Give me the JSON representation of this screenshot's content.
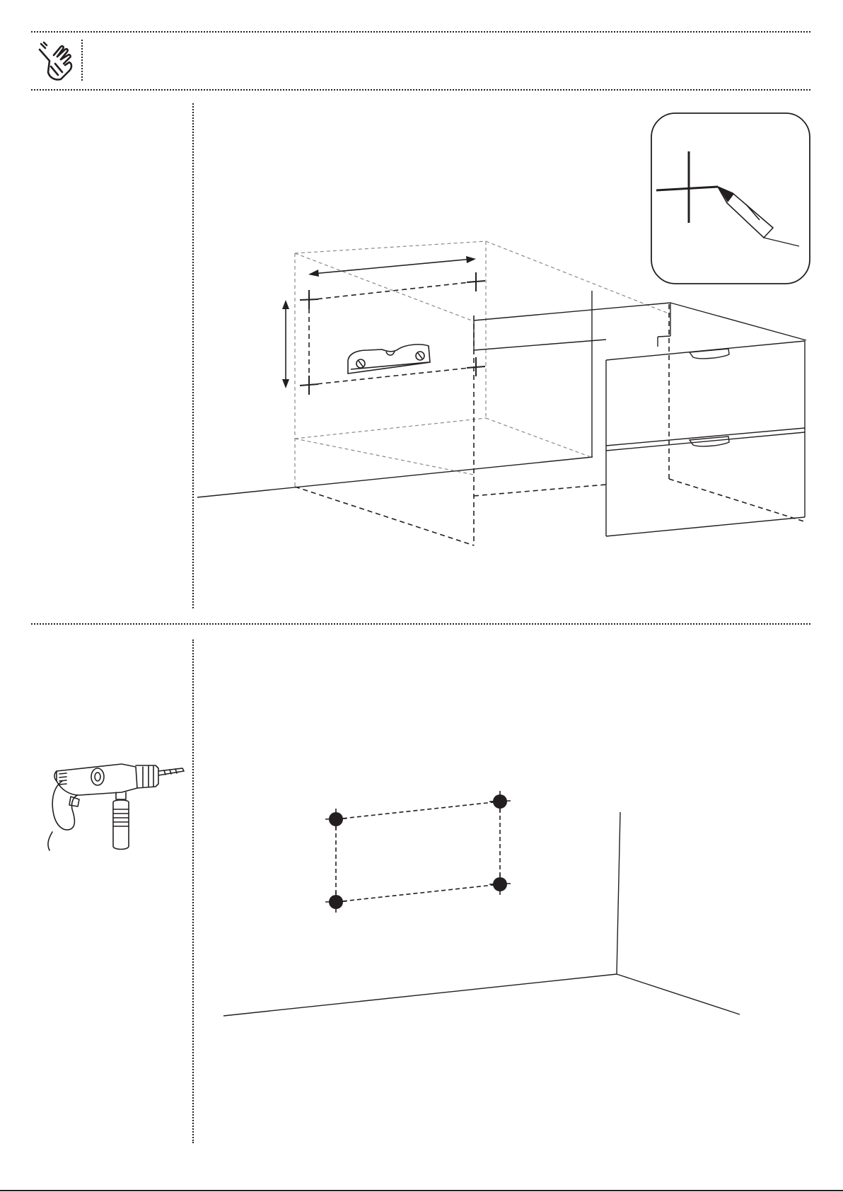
{
  "document": {
    "type": "assembly-instruction-page",
    "language": "none",
    "text_content": []
  },
  "header": {
    "icon": "hand-washing-safety-icon"
  },
  "step_1": {
    "tool_icon": "spirit-level",
    "detail_icon": "pencil-mark-detail-icon",
    "illustration": "mark-wall-with-level-icon",
    "marks_count": 4
  },
  "step_2": {
    "tool_icon": "power-drill-icon",
    "illustration": "drill-holes-in-wall-icon",
    "holes_count": 4
  },
  "colors": {
    "ink": "#231f20",
    "dashed_guides": "#8a8a8a",
    "background": "#ffffff"
  }
}
